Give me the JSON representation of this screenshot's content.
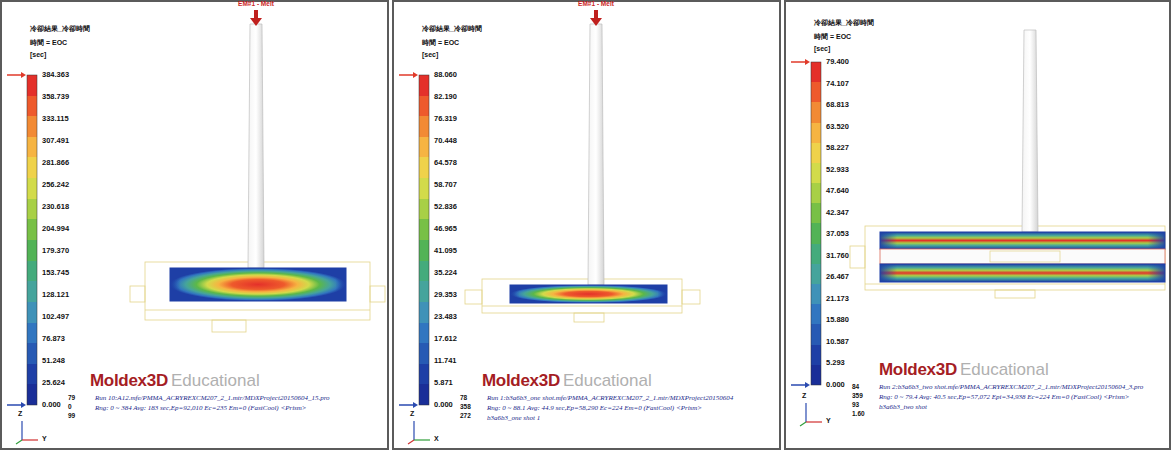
{
  "diagram": {
    "nodes": [
      {
        "text": [
          "EM#1 - Melt",
          "冷卻結果_冷卻時間",
          "時間 = EOC",
          "[sec]",
          "384.363",
          "358.739",
          "333.115",
          "307.491",
          "281.866",
          "256.242",
          "230.618",
          "204.994",
          "179.370",
          "153.745",
          "128.121",
          "102.497",
          "76.873",
          "51.248",
          "25.624",
          "0.000",
          "Moldex3D",
          "Educational",
          "Z",
          "79",
          "0",
          "99",
          "Run 10:A12.mfe/PMMA_ACRYREXCM207_2_1.mtr/MDXProject20150604_15.pro",
          "Rng: 0 ~ 384 Avg: 183 sec,Ep=92,010 Ec=235 Em=0 (FastCool) <Prism>",
          "Y"
        ]
      },
      {
        "text": [
          "EM#1 - Melt",
          "冷卻結果_冷卻時間",
          "時間 = EOC",
          "[sec]",
          "88.060",
          "82.190",
          "76.319",
          "70.448",
          "64.578",
          "58.707",
          "52.836",
          "46.965",
          "41.095",
          "35.224",
          "29.353",
          "23.483",
          "17.612",
          "11.741",
          "5.871",
          "0.000",
          "Moldex3D",
          "Educational",
          "Z",
          "78",
          "358",
          "272",
          "Run 1:b3a6b3_one shot.mfe/PMMA_ACRYREXCM207_2_1.mtr/MDXProject20150604",
          "Rng: 0 ~ 88.1 Avg: 44.9 sec,Ep=58,290 Ec=224 Em=0 (FastCool) <Prism>",
          "b3a6b3_one shot 1",
          "X"
        ]
      },
      {
        "text": [
          "冷卻結果_冷卻時間",
          "時間 = EOC",
          "[sec]",
          "79.400",
          "74.107",
          "68.813",
          "63.520",
          "58.227",
          "52.933",
          "47.640",
          "42.347",
          "37.053",
          "31.760",
          "26.467",
          "21.173",
          "15.880",
          "10.587",
          "5.293",
          "0.000",
          "Moldex3D",
          "Educational",
          "Z",
          "84",
          "359",
          "93",
          "1.60",
          "Run 2:b3a6b3_two shot.mfe/PMMA_ACRYREXCM207_2_1.mtr/MDXProject20150604_3.pro",
          "Rng: 0 ~ 79.4 Avg: 40.5 sec,Ep=57,072 Epi=34,938 Ec=224 Em=0 (FastCool) <Prism>",
          "b3a6b3_two shot",
          "Y"
        ]
      }
    ]
  }
}
